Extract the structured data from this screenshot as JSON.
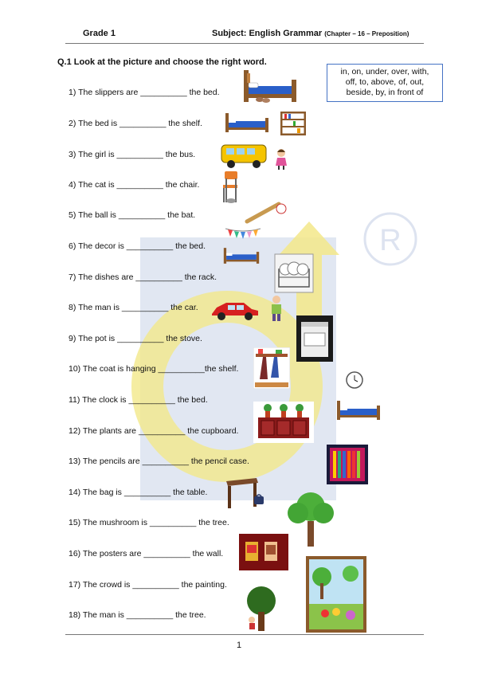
{
  "header": {
    "grade": "Grade 1",
    "subject": "Subject: English Grammar",
    "chapter": "(Chapter – 16 – Preposition)"
  },
  "question_title": "Q.1 Look at the picture and choose the right word.",
  "word_box": {
    "line1": "in, on, under, over, with,",
    "line2": "off, to, above, of, out,",
    "line3": "beside, by, in front of"
  },
  "questions": [
    "1)   The slippers are __________ the bed.",
    "2)   The bed is __________ the shelf.",
    "3)   The girl is __________ the bus.",
    "4)   The cat is __________ the chair.",
    "5)   The ball is __________ the bat.",
    "6)   The decor is __________ the bed.",
    "7)   The dishes are __________ the rack.",
    "8)   The man is __________ the car.",
    "9)   The pot is __________ the stove.",
    "10) The coat is hanging __________the shelf.",
    "11) The clock is __________ the bed.",
    "12) The plants are __________ the cupboard.",
    "13) The pencils are __________ the pencil case.",
    "14) The bag is __________ the table.",
    "15) The mushroom is __________ the tree.",
    "16) The posters are __________ the wall.",
    "17) The crowd is __________ the painting.",
    "18) The man is __________ the tree."
  ],
  "page_number": "1",
  "colors": {
    "wordbox_border": "#4472c4",
    "watermark_yellow": "#f3e88a",
    "watermark_blue": "#c9d3e8"
  },
  "icons": [
    "bed-icon",
    "slippers-icon",
    "shelf-icon",
    "bus-icon",
    "girl-icon",
    "chair-icon",
    "bat-ball-icon",
    "bunting-icon",
    "dish-rack-icon",
    "car-icon",
    "man-icon",
    "stove-icon",
    "coat-shelf-icon",
    "clock-icon",
    "cupboard-icon",
    "pencil-case-icon",
    "table-icon",
    "bag-icon",
    "tree-icon",
    "posters-icon",
    "painting-icon"
  ]
}
